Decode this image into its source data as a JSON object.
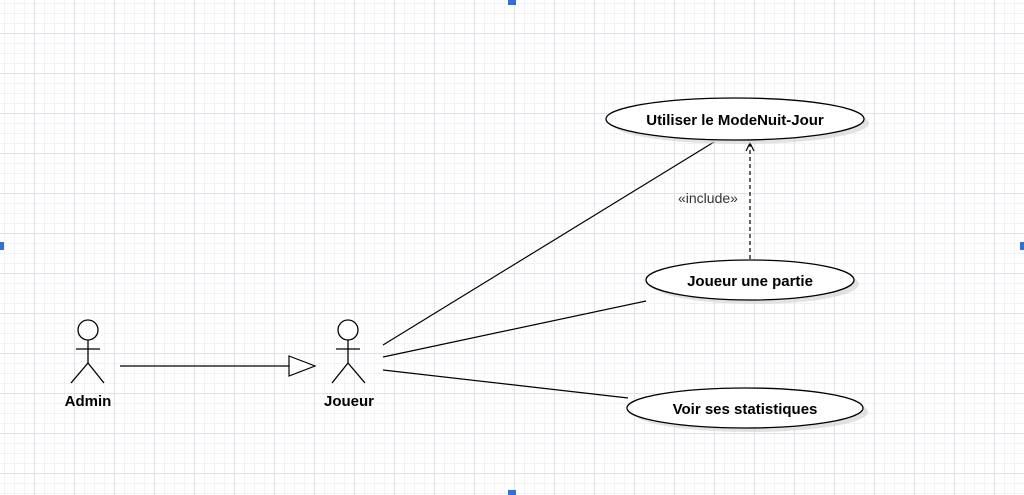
{
  "diagram": {
    "actors": [
      {
        "id": "admin",
        "label": "Admin"
      },
      {
        "id": "joueur",
        "label": "Joueur"
      }
    ],
    "use_cases": [
      {
        "id": "uc_mode",
        "label": "Utiliser le ModeNuit-Jour"
      },
      {
        "id": "uc_partie",
        "label": "Joueur une partie"
      },
      {
        "id": "uc_stats",
        "label": "Voir ses statistiques"
      }
    ],
    "relations": [
      {
        "type": "generalization",
        "from": "admin",
        "to": "joueur"
      },
      {
        "type": "association",
        "from": "joueur",
        "to": "uc_mode"
      },
      {
        "type": "association",
        "from": "joueur",
        "to": "uc_partie"
      },
      {
        "type": "association",
        "from": "joueur",
        "to": "uc_stats"
      },
      {
        "type": "include",
        "from": "uc_partie",
        "to": "uc_mode",
        "label": "«include»"
      }
    ]
  },
  "colors": {
    "stroke": "#000000",
    "fill": "#ffffff",
    "shadow": "#d0d0d0",
    "selection_handle": "#2f6fe0"
  }
}
